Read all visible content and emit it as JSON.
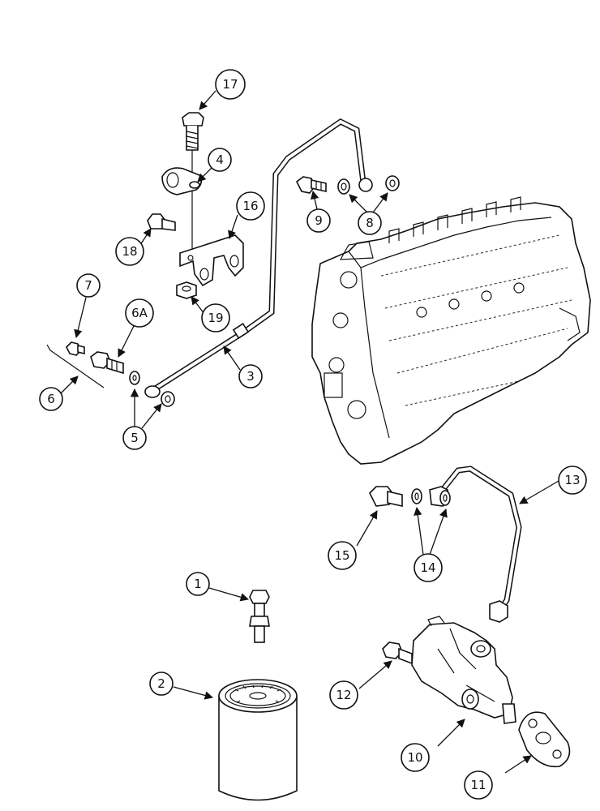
{
  "diagram": {
    "callouts": [
      {
        "id": "c17",
        "label": "17"
      },
      {
        "id": "c4",
        "label": "4"
      },
      {
        "id": "c16",
        "label": "16"
      },
      {
        "id": "c18",
        "label": "18"
      },
      {
        "id": "c19",
        "label": "19"
      },
      {
        "id": "c9",
        "label": "9"
      },
      {
        "id": "c8",
        "label": "8"
      },
      {
        "id": "c7",
        "label": "7"
      },
      {
        "id": "c6A",
        "label": "6A"
      },
      {
        "id": "c6",
        "label": "6"
      },
      {
        "id": "c5",
        "label": "5"
      },
      {
        "id": "c3",
        "label": "3"
      },
      {
        "id": "c13",
        "label": "13"
      },
      {
        "id": "c15",
        "label": "15"
      },
      {
        "id": "c14",
        "label": "14"
      },
      {
        "id": "c1",
        "label": "1"
      },
      {
        "id": "c2",
        "label": "2"
      },
      {
        "id": "c12",
        "label": "12"
      },
      {
        "id": "c10",
        "label": "10"
      },
      {
        "id": "c11",
        "label": "11"
      }
    ]
  }
}
